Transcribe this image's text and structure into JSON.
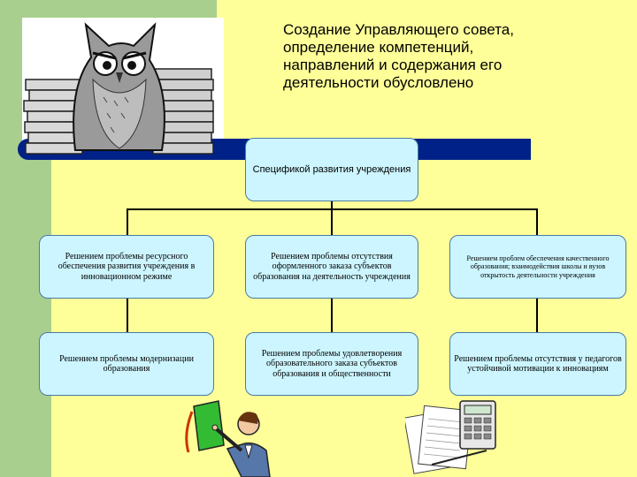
{
  "title": {
    "lines": [
      "Создание Управляющего совета,",
      "определение компетенций,",
      "направлений и содержания его",
      "деятельности   обусловлено"
    ]
  },
  "root": {
    "text": "Спецификой развития учреждения"
  },
  "row1": [
    {
      "text": "Решением проблемы ресурсного обеспечения развития учреждения в инновационном режиме"
    },
    {
      "text": "Решением проблемы отсутствия оформленного заказа субъектов образования на деятельность учреждения"
    },
    {
      "text": "Решением проблем обеспечения качественного образования; взаимодействия школы и вузов открытость деятельности учреждения"
    }
  ],
  "row2": [
    {
      "text": "Решением проблемы модернизации образования"
    },
    {
      "text": "Решением проблемы удовлетворения образовательного заказа субъектов образования и общественности"
    },
    {
      "text": "Решением проблемы отсутствия у педагогов устойчивой мотивации к инновациям"
    }
  ],
  "icons": [
    "owl-on-books-icon",
    "presenter-at-board-icon",
    "calculator-and-papers-icon"
  ]
}
